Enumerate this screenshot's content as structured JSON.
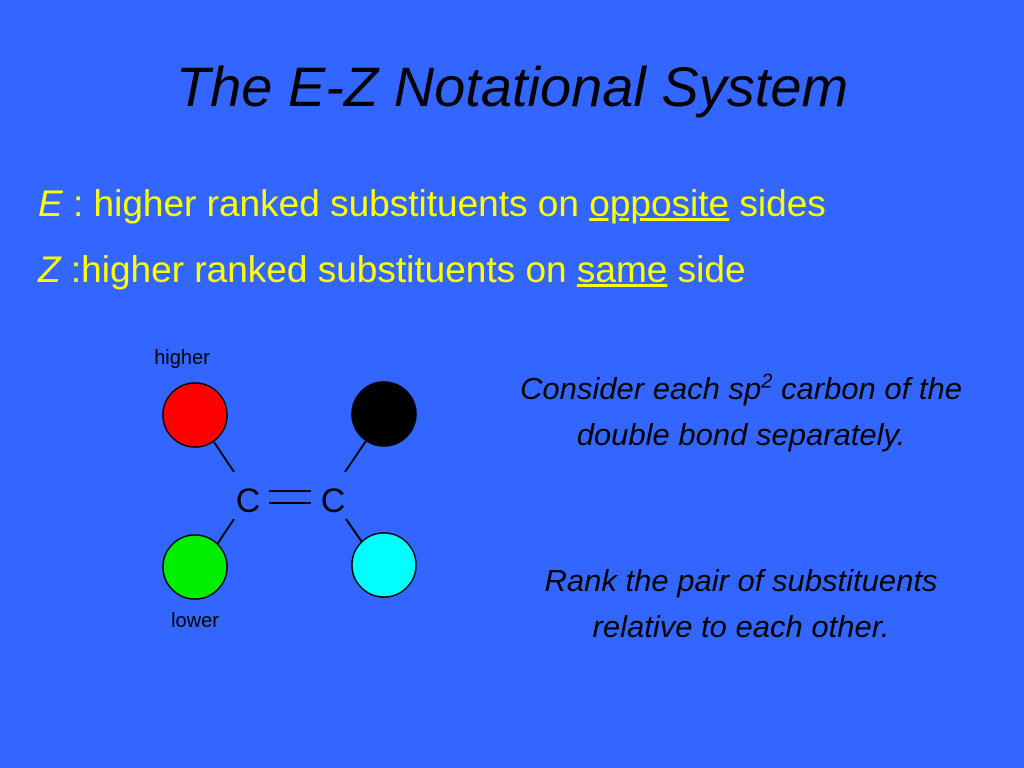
{
  "slide": {
    "title": "The E-Z Notational System",
    "definitions": [
      {
        "letter": "E",
        "separator": " : ",
        "text": "higher ranked substituents on ",
        "emphasis": "opposite",
        "tail": " sides"
      },
      {
        "letter": "Z",
        "separator": " :",
        "text": "higher ranked substituents on ",
        "emphasis": "same",
        "tail": " side"
      }
    ],
    "diagram": {
      "label_top": "higher",
      "label_bottom": "lower",
      "left_carbon": "C",
      "right_carbon": "C",
      "colors": {
        "top_left": "#ff0000",
        "bottom_left": "#00ee00",
        "top_right": "#000000",
        "bottom_right": "#00ffff"
      }
    },
    "notes": [
      {
        "before": "Consider each sp",
        "sup": "2",
        "after": " carbon of the double bond separately."
      },
      {
        "text": "Rank the pair of substituents relative to each other."
      }
    ]
  }
}
